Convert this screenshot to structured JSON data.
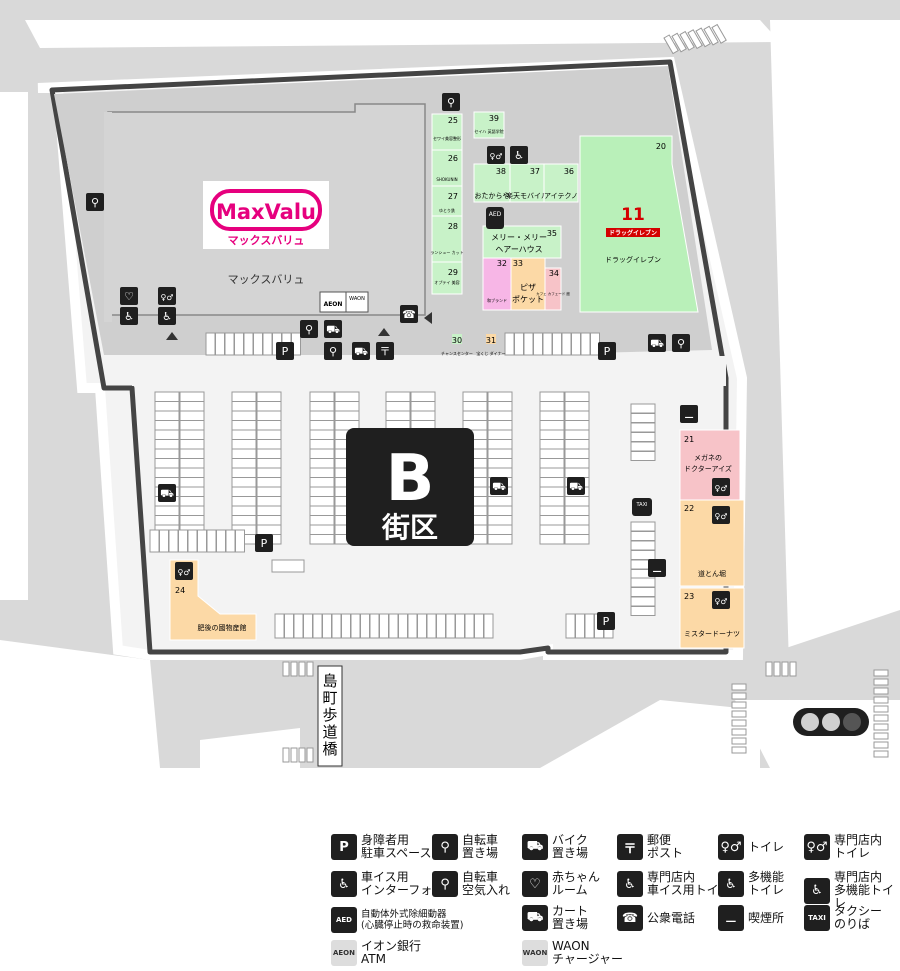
{
  "colors": {
    "road": "#d9d9d9",
    "lot": "#f3f3f3",
    "building": "#cfcfcf",
    "store_mint": "#c8f2c8",
    "drug_green": "#b9f0b9",
    "store_peach": "#fcd9a6",
    "store_pink": "#f7c3c8",
    "store_magenta": "#f7b6e6",
    "maxvalu_magenta": "#e6007e",
    "dark": "#1f1f1f"
  },
  "district": {
    "letter": "B",
    "label": "街区"
  },
  "maxvalu": {
    "logo": "MaxValu",
    "kana": "マックスバリュ",
    "name": "マックスバリュ"
  },
  "dragstore": {
    "number": "20",
    "logo_num": "11",
    "logo_text": "ドラッグイレブン",
    "name": "ドラッグイレブン"
  },
  "bridge_label": "島町歩道橋",
  "units": {
    "u25": {
      "num": "25",
      "name": "セワイ美容整形"
    },
    "u26": {
      "num": "26",
      "name": "SHOKUNIN"
    },
    "u27": {
      "num": "27",
      "name": "ゆとり鉄"
    },
    "u28": {
      "num": "28",
      "name": "ランシュー カット"
    },
    "u29": {
      "num": "29",
      "name": "オプテイ 美容"
    },
    "u39": {
      "num": "39",
      "name": "セイハ 英語学院"
    },
    "u38": {
      "num": "38",
      "name": "おたからや"
    },
    "u37": {
      "num": "37",
      "name": "楽天モバイル"
    },
    "u36": {
      "num": "36",
      "name": "アイテクノ"
    },
    "u35": {
      "num": "35",
      "name": "メリー・メリー\nヘアーハウス"
    },
    "u32": {
      "num": "32",
      "name": "和ブランド"
    },
    "u33": {
      "num": "33",
      "name": "ピザ\nポケット"
    },
    "u34": {
      "num": "34",
      "name": "カフェ カフェード 館"
    },
    "u30": {
      "num": "30",
      "name": "チャンスセンター"
    },
    "u31": {
      "num": "31",
      "name": "宝くじ ダイナー"
    },
    "u21": {
      "num": "21",
      "name": "メガネの\nドクターアイズ"
    },
    "u22": {
      "num": "22",
      "name": "道とん堀"
    },
    "u23": {
      "num": "23",
      "name": "ミスタードーナツ"
    },
    "u24": {
      "num": "24",
      "name": "肥後の國物産館"
    }
  },
  "small_labels": {
    "waon": "WAON",
    "aeon": "AEON",
    "aed": "AED",
    "taxi": "TAXI"
  },
  "legend": [
    {
      "icon": "disabled-parking-icon",
      "glyph": "P",
      "text": "身障者用\n駐車スペース"
    },
    {
      "icon": "bicycle-parking-icon",
      "glyph": "⚲",
      "text": "自転車\n置き場"
    },
    {
      "icon": "motorbike-parking-icon",
      "glyph": "⛟",
      "text": "バイク\n置き場"
    },
    {
      "icon": "post-box-icon",
      "glyph": "〒",
      "text": "郵便\nポスト"
    },
    {
      "icon": "restroom-icon",
      "glyph": "♀♂",
      "text": "トイレ"
    },
    {
      "icon": "tenant-restroom-icon",
      "glyph": "♀♂",
      "text": "専門店内\nトイレ"
    },
    {
      "icon": "wheelchair-intercom-icon",
      "glyph": "♿",
      "text": "車イス用\nインターフォン"
    },
    {
      "icon": "air-pump-icon",
      "glyph": "⚲",
      "text": "自転車\n空気入れ"
    },
    {
      "icon": "baby-room-icon",
      "glyph": "♡",
      "text": "赤ちゃん\nルーム"
    },
    {
      "icon": "tenant-wheelchair-toilet-icon",
      "glyph": "♿",
      "text": "専門店内\n車イス用トイレ"
    },
    {
      "icon": "multi-toilet-icon",
      "glyph": "♿",
      "text": "多機能\nトイレ"
    },
    {
      "icon": "tenant-multi-toilet-icon",
      "glyph": "♿",
      "text": "専門店内\n多機能トイレ"
    },
    {
      "icon": "aed-icon",
      "glyph": "AED",
      "text": "自動体外式除細動器\n(心臓停止時の救命装置)"
    },
    {
      "icon": "cart-area-icon",
      "glyph": "⛟",
      "text": "カート\n置き場"
    },
    {
      "icon": "payphone-icon",
      "glyph": "☎",
      "text": "公衆電話"
    },
    {
      "icon": "smoking-area-icon",
      "glyph": "⚊",
      "text": "喫煙所"
    },
    {
      "icon": "taxi-icon",
      "glyph": "TAXI",
      "text": "タクシー\nのりば"
    },
    {
      "icon": "aeon-atm-icon",
      "glyph": "AEON",
      "text": "イオン銀行\nATM"
    },
    {
      "icon": "waon-charger-icon",
      "glyph": "WAON",
      "text": "WAON\nチャージャー"
    }
  ]
}
